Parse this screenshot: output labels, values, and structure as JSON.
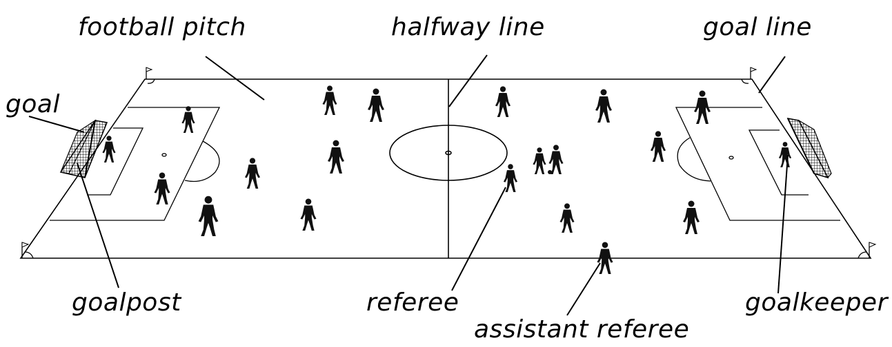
{
  "labels": {
    "football_pitch": "football pitch",
    "halfway_line": "halfway line",
    "goal_line": "goal line",
    "goal": "goal",
    "goalpost": "goalpost",
    "referee": "referee",
    "assistant_referee": "assistant referee",
    "goalkeeper": "goalkeeper"
  },
  "colors": {
    "ink": "#000000",
    "background": "#ffffff"
  }
}
